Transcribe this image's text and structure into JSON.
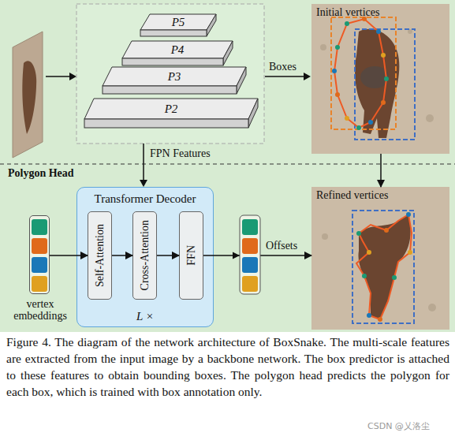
{
  "diagram": {
    "caption": "Figure 4. The diagram of the network architecture of BoxSnake. The multi-scale features are extracted from the input image by a backbone network. The box predictor is attached to these features to obtain bounding boxes. The polygon head predicts the polygon for each box, which is trained with box annotation only.",
    "nodes": [
      {
        "text": [
          "P5"
        ]
      },
      {
        "text": [
          "P4"
        ]
      },
      {
        "text": [
          "P3"
        ]
      },
      {
        "text": [
          "P2"
        ]
      },
      {
        "text": [
          "Initial vertices"
        ]
      },
      {
        "text": [
          "vertex embeddings"
        ]
      },
      {
        "text": [
          "Transformer Decoder",
          "L ×"
        ]
      },
      {
        "text": [
          "Self-Attention"
        ],
        "in": 6
      },
      {
        "text": [
          "Cross-Attention"
        ],
        "in": 6
      },
      {
        "text": [
          "FFN"
        ],
        "in": 6
      },
      {
        "text": [
          "Refined vertices"
        ]
      }
    ],
    "edges": [
      {
        "from": 4,
        "to": 10,
        "arrow": "to"
      },
      {
        "from": 5,
        "to": 7,
        "arrow": "to"
      },
      {
        "from": 7,
        "to": 8,
        "arrow": "to"
      },
      {
        "from": 8,
        "to": 9,
        "arrow": "to"
      },
      {
        "from": 9,
        "to": 10,
        "label": "Offsets",
        "arrow": "to"
      }
    ],
    "labels": [
      "Boxes",
      "FPN Features",
      "Polygon Head",
      "CSDN @乂洛尘"
    ]
  }
}
